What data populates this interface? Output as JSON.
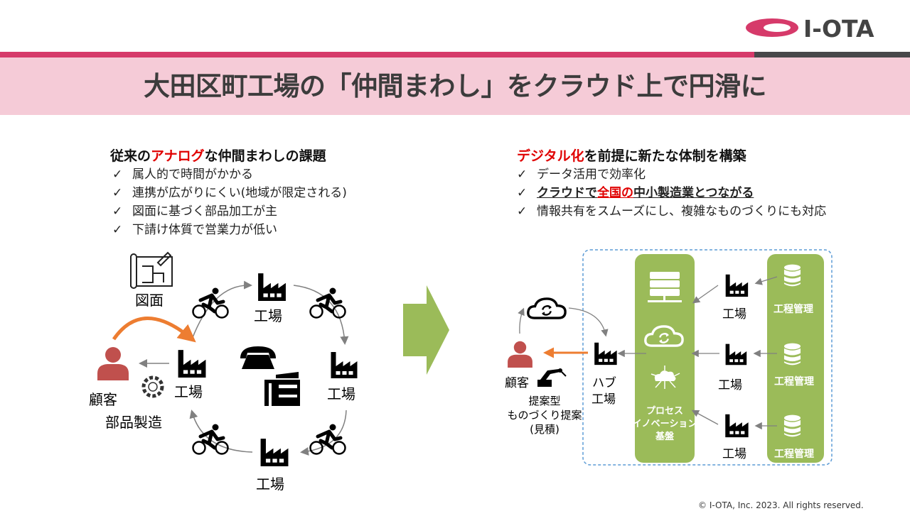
{
  "logo": {
    "text": "I-OTA",
    "color": "#d63a6a"
  },
  "title": "大田区町工場の「仲間まわし」をクラウド上で円滑に",
  "left": {
    "heading_pre": "従来の",
    "heading_em": "アナログ",
    "heading_post": "な仲間まわしの課題",
    "bullets": [
      "属人的で時間がかかる",
      "連携が広がりにくい(地域が限定される)",
      "図面に基づく部品加工が主",
      "下請け体質で営業力が低い"
    ],
    "diagram": {
      "drawing": "図面",
      "factory": "工場",
      "customer": "顧客",
      "parts": "部品製造"
    }
  },
  "right": {
    "heading_em": "デジタル化",
    "heading_post": "を前提に新たな体制を構築",
    "bullet1": "データ活用で効率化",
    "bullet2_a": "クラウドで",
    "bullet2_em": "全国の",
    "bullet2_b": "中小製造業とつながる",
    "bullet3": "情報共有をスムーズにし、複雑なものづくりにも対応",
    "diagram": {
      "customer": "顧客",
      "proposal1": "提案型",
      "proposal2": "ものづくり提案",
      "proposal3": "(見積)",
      "hub1": "ハブ",
      "hub2": "工場",
      "platform1": "プロセス",
      "platform2": "イノベーション",
      "platform3": "基盤",
      "factory": "工場",
      "process_mgmt": "工程管理"
    }
  },
  "check": "✓",
  "copyright": "© I-OTA, Inc. 2023. All rights reserved.",
  "colors": {
    "accent": "#d63a6a",
    "green": "#9bbb59",
    "person": "#c0504d",
    "arrow_orange": "#ed7d31",
    "band": "#f5cbd7"
  }
}
